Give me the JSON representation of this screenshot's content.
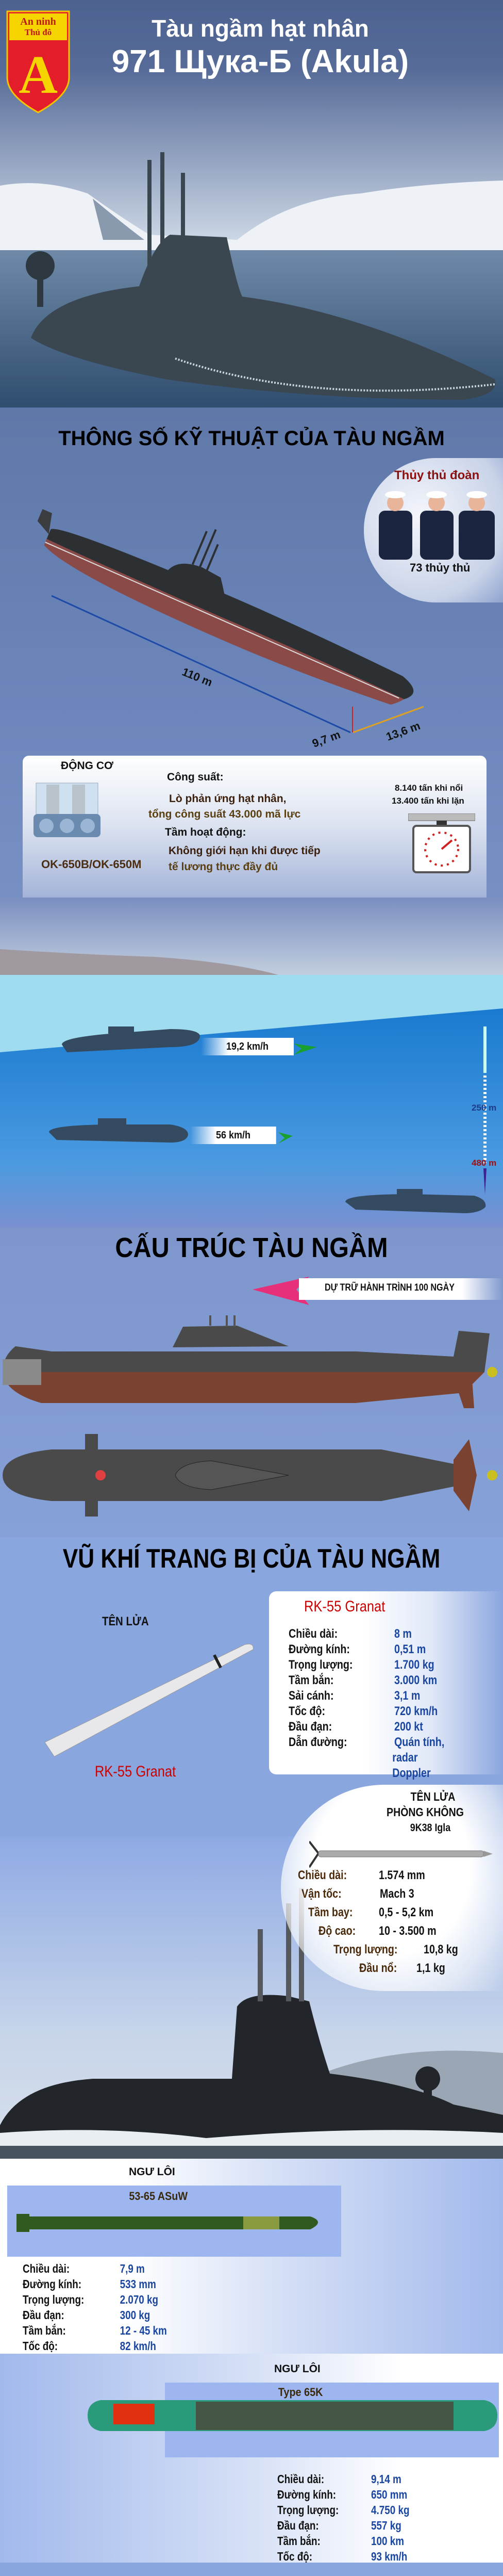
{
  "header": {
    "logo_text": "An ninh Thủ đô",
    "logo_letter": "A",
    "title_line1": "Tàu ngầm hạt nhân",
    "title_line2": "971 Щука-Б (Akula)"
  },
  "specs_section": {
    "title": "THÔNG SỐ KỸ THUẬT CỦA TÀU NGẦM",
    "crew_title": "Thủy thủ đoàn",
    "crew_count": "73 thủy thủ",
    "length": "110 m",
    "draft": "9,7 m",
    "beam": "13,6 m",
    "engine": {
      "heading": "ĐỘNG CƠ",
      "model": "OK-650B/OK-650M",
      "power_label": "Công suất:",
      "power_line1": "Lò phản ứng hạt nhân,",
      "power_line2": "tổng công suất 43.000 mã lực",
      "range_label": "Tầm hoạt động:",
      "range_line1": "Không giới hạn khi được tiếp",
      "range_line2": "tế lương thực đầy đủ",
      "displacement_surface": "8.140 tấn khi nổi",
      "displacement_submerged": "13.400 tấn khi lặn"
    }
  },
  "speed_section": {
    "surface_speed": "19,2 km/h",
    "submerged_speed": "56 km/h",
    "depth_operational": "250 m",
    "depth_max": "480 m"
  },
  "structure_section": {
    "title": "CẤU TRÚC TÀU NGẦM",
    "endurance": "DỰ TRỮ HÀNH TRÌNH 100 NGÀY"
  },
  "weapons_section": {
    "title": "VŨ KHÍ TRANG BỊ CỦA TÀU NGẦM",
    "cruise_missile": {
      "heading": "TÊN LỬA",
      "name": "RK-55 Granat",
      "specs": [
        {
          "label": "Chiều dài:",
          "value": "8 m"
        },
        {
          "label": "Đường kính:",
          "value": "0,51 m"
        },
        {
          "label": "Trọng lượng:",
          "value": "1.700 kg"
        },
        {
          "label": "Tầm bắn:",
          "value": "3.000 km"
        },
        {
          "label": "Sải cánh:",
          "value": "3,1 m"
        },
        {
          "label": "Tốc độ:",
          "value": "720 km/h"
        },
        {
          "label": "Đầu đạn:",
          "value": "200 kt"
        },
        {
          "label": "Dẫn đường:",
          "value": "Quán tính,",
          "value2": "radar Doppler"
        }
      ]
    },
    "sam": {
      "heading1": "TÊN LỬA",
      "heading2": "PHÒNG KHÔNG",
      "name": "9K38 Igla",
      "specs": [
        {
          "label": "Chiều dài:",
          "value": "1.574 mm"
        },
        {
          "label": "Vận tốc:",
          "value": "Mach 3"
        },
        {
          "label": "Tầm bay:",
          "value": "0,5 - 5,2 km"
        },
        {
          "label": "Độ cao:",
          "value": "10 - 3.500 m"
        },
        {
          "label": "Trọng lượng:",
          "value": "10,8 kg"
        },
        {
          "label": "Đầu nổ:",
          "value": "1,1 kg"
        }
      ]
    },
    "torpedo1": {
      "heading": "NGƯ  LÔI",
      "name": "53-65 ASuW",
      "specs": [
        {
          "label": "Chiều dài:",
          "value": "7,9 m"
        },
        {
          "label": "Đường kính:",
          "value": "533 mm"
        },
        {
          "label": "Trọng lượng:",
          "value": "2.070 kg"
        },
        {
          "label": "Đầu đạn:",
          "value": "300 kg"
        },
        {
          "label": "Tầm bắn:",
          "value": "12 - 45 km"
        },
        {
          "label": "Tốc độ:",
          "value": "82 km/h"
        }
      ]
    },
    "torpedo2": {
      "heading": "NGƯ  LÔI",
      "name": "Type 65K",
      "specs": [
        {
          "label": "Chiều dài:",
          "value": "9,14 m"
        },
        {
          "label": "Đường kính:",
          "value": "650 mm"
        },
        {
          "label": "Trọng lượng:",
          "value": "4.750 kg"
        },
        {
          "label": "Đầu đạn:",
          "value": "557 kg"
        },
        {
          "label": "Tầm bắn:",
          "value": "100 km"
        },
        {
          "label": "Tốc độ:",
          "value": "93 km/h"
        }
      ]
    }
  }
}
